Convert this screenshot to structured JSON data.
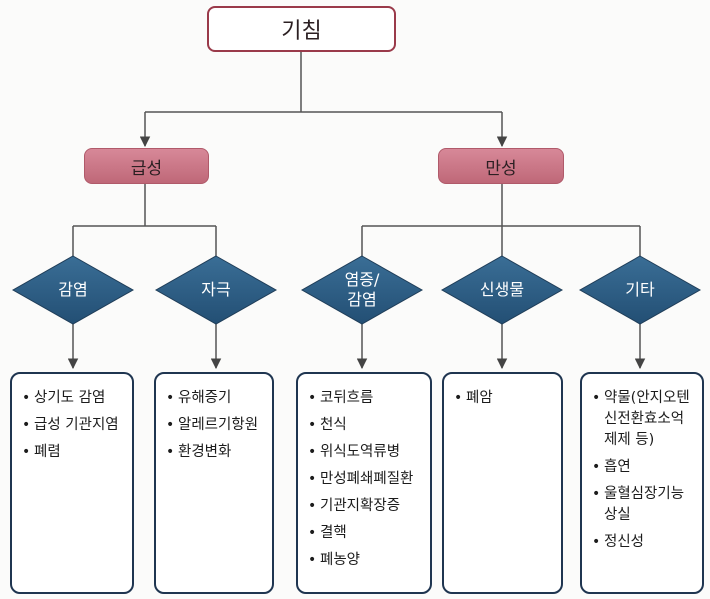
{
  "root": {
    "label": "기침"
  },
  "branches": {
    "acute": {
      "label": "급성"
    },
    "chronic": {
      "label": "만성"
    }
  },
  "categories": [
    {
      "label": "감염",
      "items": [
        "상기도 감염",
        "급성 기관지염",
        "폐렴"
      ]
    },
    {
      "label": "자극",
      "items": [
        "유해증기",
        "알레르기항원",
        "환경변화"
      ]
    },
    {
      "label": "염증/\n감염",
      "items": [
        "코뒤흐름",
        "천식",
        "위식도역류병",
        "만성폐쇄폐질환",
        "기관지확장증",
        "결핵",
        "폐농양"
      ]
    },
    {
      "label": "신생물",
      "items": [
        "폐암"
      ]
    },
    {
      "label": "기타",
      "items": [
        "약물(안지오텐신전환효소억제제 등)",
        "흡연",
        "울혈심장기능상실",
        "정신성"
      ]
    }
  ],
  "colors": {
    "root_border": "#9a3a4a",
    "branch_fill": "#c87585",
    "diamond_fill": "#2e5f86",
    "box_border": "#1f3550",
    "connector": "#555555"
  }
}
